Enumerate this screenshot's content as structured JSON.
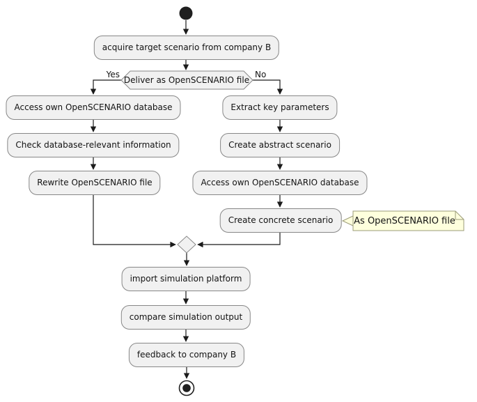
{
  "diagram": {
    "kind": "activity-flowchart",
    "colors": {
      "background": "#ffffff",
      "node_fill": "#f1f1f1",
      "node_border": "#878787",
      "line": "#1b1b1b",
      "terminal": "#1f1f1f",
      "note_fill": "#feffdd",
      "note_border": "#9b9b79",
      "text": "#131313"
    }
  },
  "nodes": {
    "acquire": "acquire target scenario from company B",
    "decision": "Deliver as OpenSCENARIO file",
    "yes": "Yes",
    "no": "No",
    "left_branch": [
      "Access own OpenSCENARIO database",
      "Check database-relevant information",
      "Rewrite OpenSCENARIO file"
    ],
    "right_branch": [
      "Extract key parameters",
      "Create abstract scenario",
      "Access own OpenSCENARIO database",
      "Create concrete scenario"
    ],
    "note": "As OpenSCENARIO file",
    "tail": [
      "import simulation platform",
      "compare simulation output",
      "feedback to company B"
    ]
  }
}
